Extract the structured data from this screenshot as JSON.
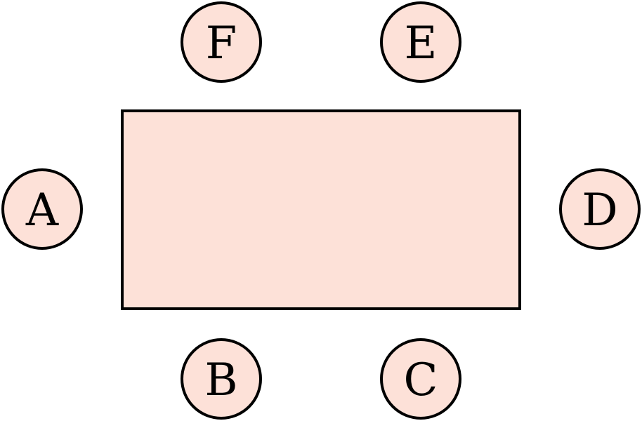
{
  "diagram": {
    "colors": {
      "fill": "#fde1d8",
      "stroke": "#000000",
      "background": "#ffffff"
    },
    "table": {
      "shape": "rectangle"
    },
    "seats": [
      {
        "label": "F",
        "side": "top-left"
      },
      {
        "label": "E",
        "side": "top-right"
      },
      {
        "label": "A",
        "side": "left"
      },
      {
        "label": "D",
        "side": "right"
      },
      {
        "label": "B",
        "side": "bottom-left"
      },
      {
        "label": "C",
        "side": "bottom-right"
      }
    ]
  }
}
